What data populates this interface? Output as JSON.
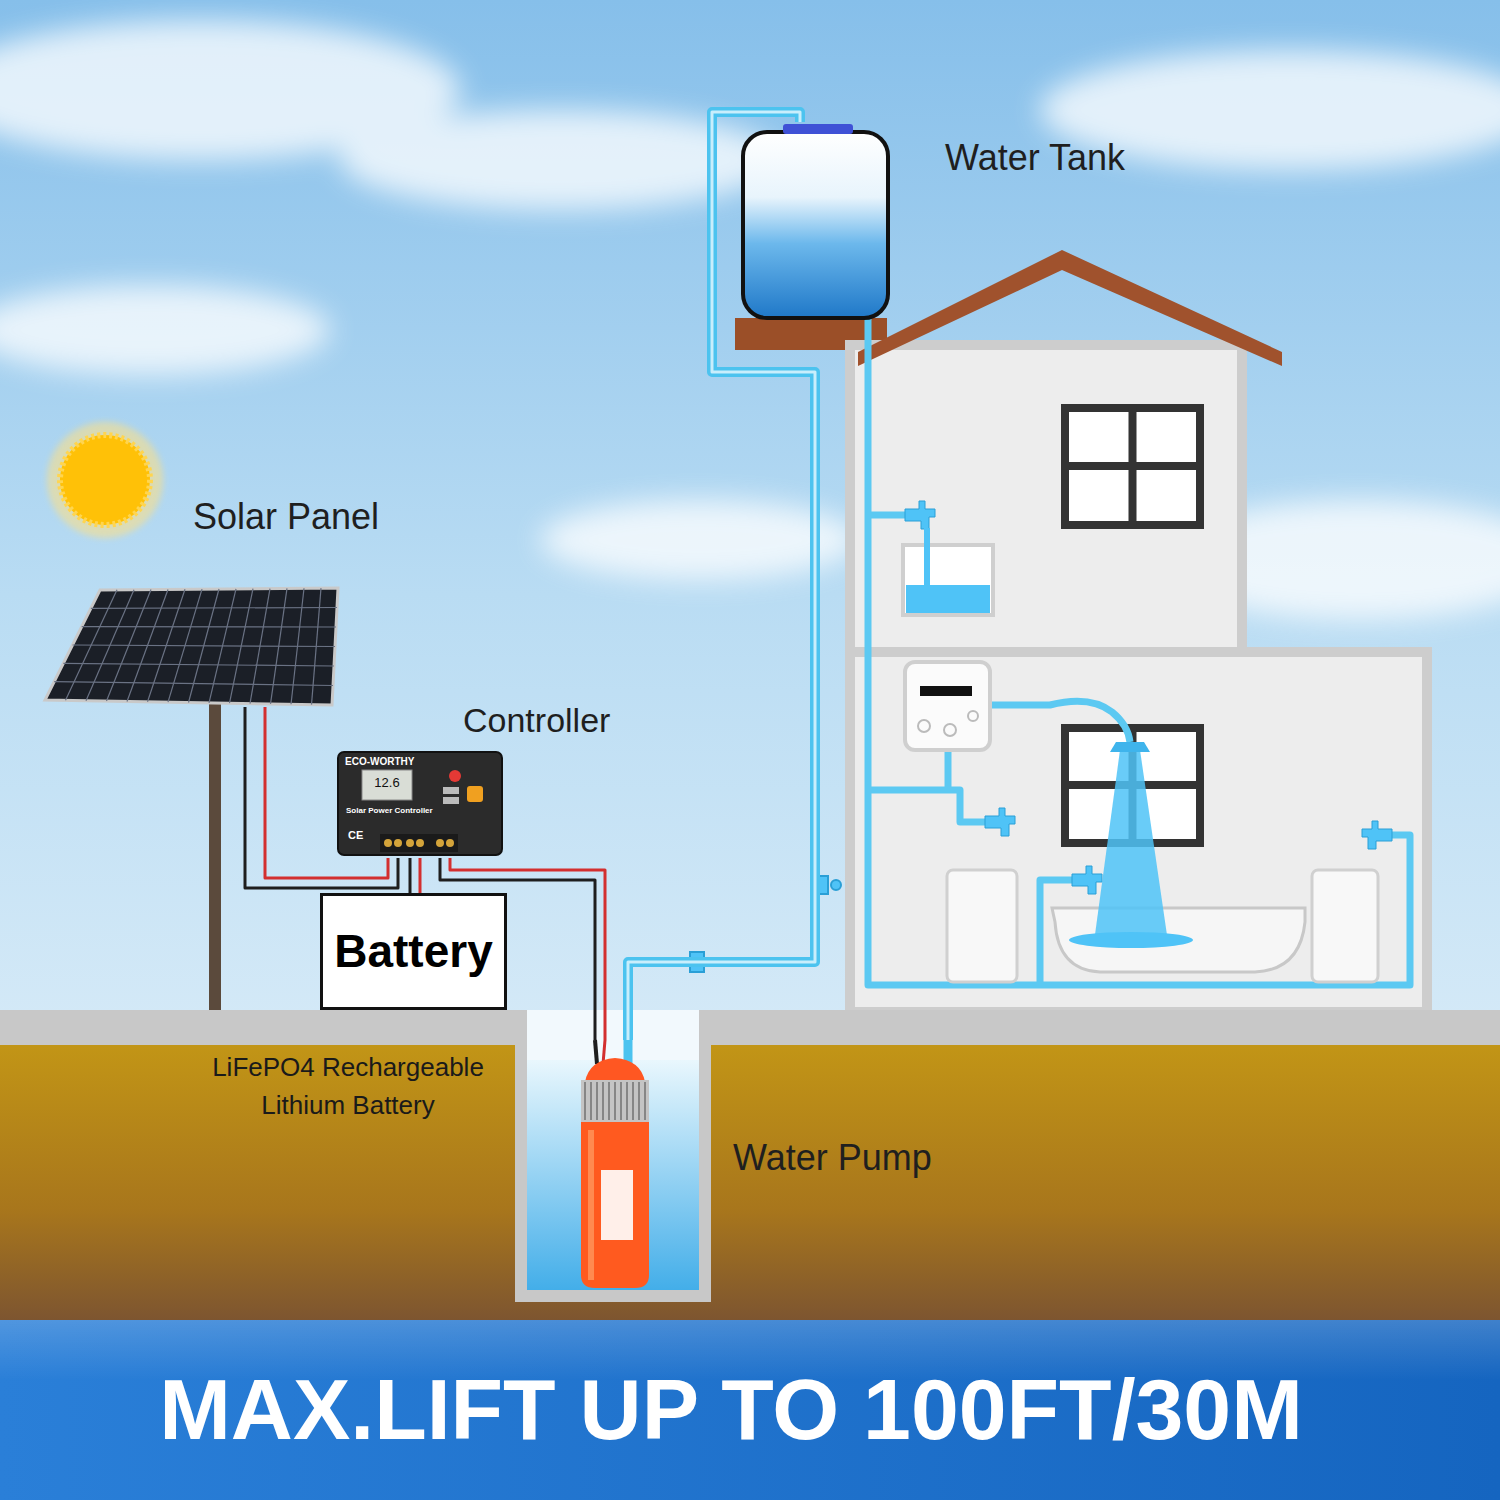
{
  "diagram": {
    "caption": "MAX.LIFT UP TO 100FT/30M",
    "nodes": [
      {
        "text": [
          "Water Tank"
        ]
      },
      {
        "text": [
          "Solar Panel"
        ]
      },
      {
        "text": [
          "Controller"
        ]
      },
      {
        "text": [
          "Battery"
        ]
      },
      {
        "text": [
          "Water Pump"
        ]
      }
    ],
    "edges": [
      {
        "from": 1,
        "to": 2,
        "arrow": "none"
      },
      {
        "from": 2,
        "to": 3,
        "arrow": "none"
      },
      {
        "from": 2,
        "to": 4,
        "arrow": "none"
      },
      {
        "from": 4,
        "to": 0,
        "arrow": "none"
      }
    ],
    "labels": [
      "LiFePO4 Rechargeable Lithium Battery",
      "ECO-WORTHY",
      "12.6",
      "Solar Power Controller",
      "CE"
    ]
  }
}
